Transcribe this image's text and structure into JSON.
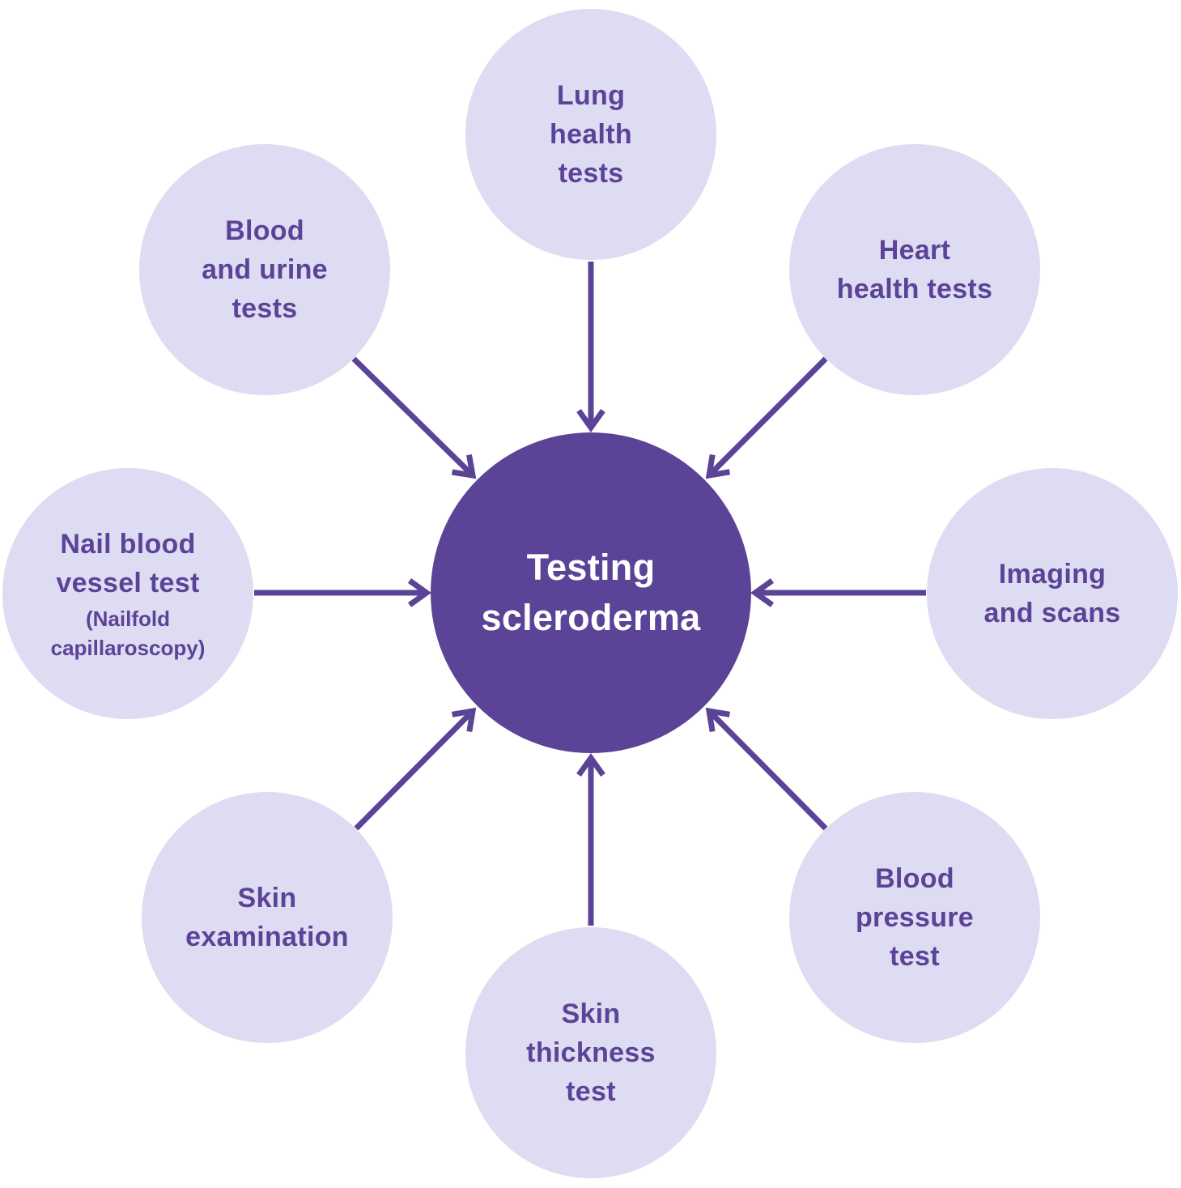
{
  "diagram": {
    "type": "hub-and-spoke",
    "center": {
      "label": "Testing\nscleroderma"
    },
    "nodes": [
      {
        "id": "lung-health-tests",
        "position": "top",
        "label": "Lung\nhealth\ntests"
      },
      {
        "id": "heart-health-tests",
        "position": "top-right",
        "label": "Heart\nhealth tests"
      },
      {
        "id": "imaging-and-scans",
        "position": "right",
        "label": "Imaging\nand scans"
      },
      {
        "id": "blood-pressure-test",
        "position": "bottom-right",
        "label": "Blood\npressure\ntest"
      },
      {
        "id": "skin-thickness-test",
        "position": "bottom",
        "label": "Skin\nthickness\ntest"
      },
      {
        "id": "skin-examination",
        "position": "bottom-left",
        "label": "Skin\nexamination"
      },
      {
        "id": "nail-blood-vessel-test",
        "position": "left",
        "label": "Nail blood\nvessel test",
        "sublabel": "(Nailfold\ncapillaroscopy)"
      },
      {
        "id": "blood-and-urine-tests",
        "position": "top-left",
        "label": "Blood\nand urine\ntests"
      }
    ],
    "colors": {
      "node_fill": "#dedcf2",
      "node_text": "#5b4397",
      "center_fill": "#5b4397",
      "center_text": "#ffffff",
      "arrow": "#5b4397",
      "background": "#ffffff"
    }
  }
}
